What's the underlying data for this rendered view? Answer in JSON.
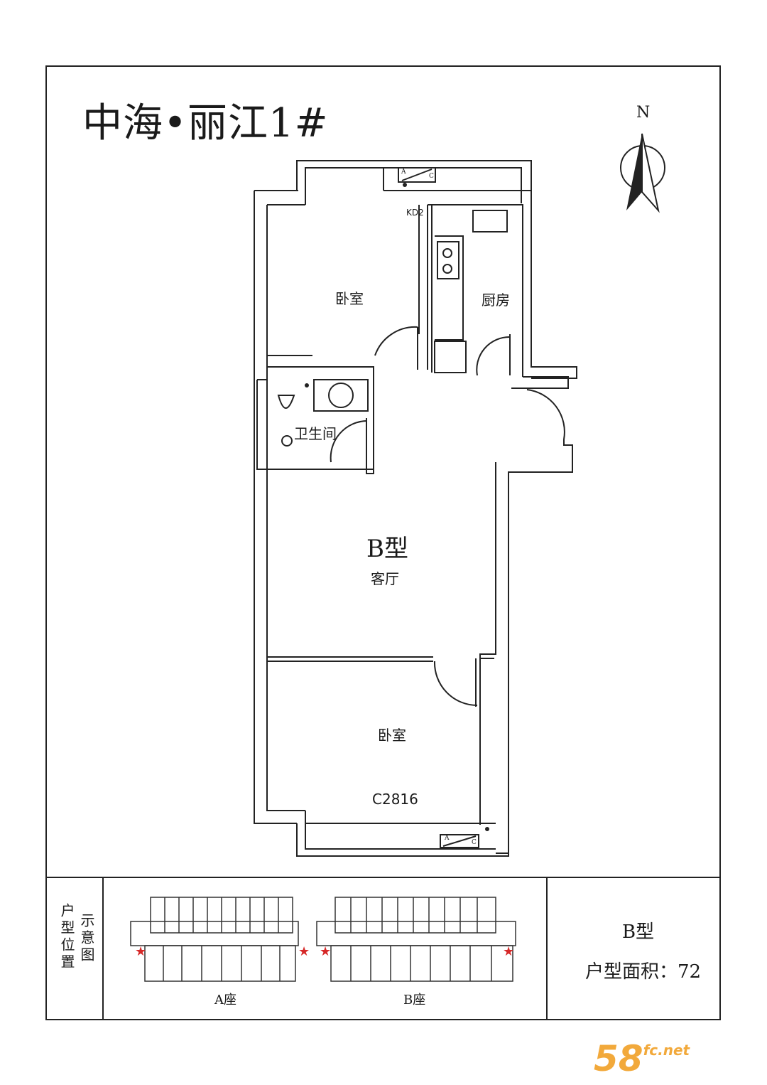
{
  "title": "中海•丽江1#",
  "compass": {
    "label": "N"
  },
  "rooms": {
    "bedroom_north": "卧室",
    "kitchen": "厨房",
    "bathroom": "卫生间",
    "living_room": "客厅",
    "bedroom_south": "卧室"
  },
  "unit_type_label": "B型",
  "door_code": "KD2",
  "window_code": "C2816",
  "ac_labels": {
    "a": "A",
    "c": "C"
  },
  "legend": {
    "col_left": "户型位置",
    "col_right": "示意图",
    "building_a": "A座",
    "building_b": "B座"
  },
  "info": {
    "type": "B型",
    "area_label": "户型面积：72"
  },
  "watermark": {
    "brand": "58",
    "domain": "fc.net"
  },
  "colors": {
    "line": "#222222",
    "marker": "#d62828",
    "watermark": "#f2a93b"
  }
}
